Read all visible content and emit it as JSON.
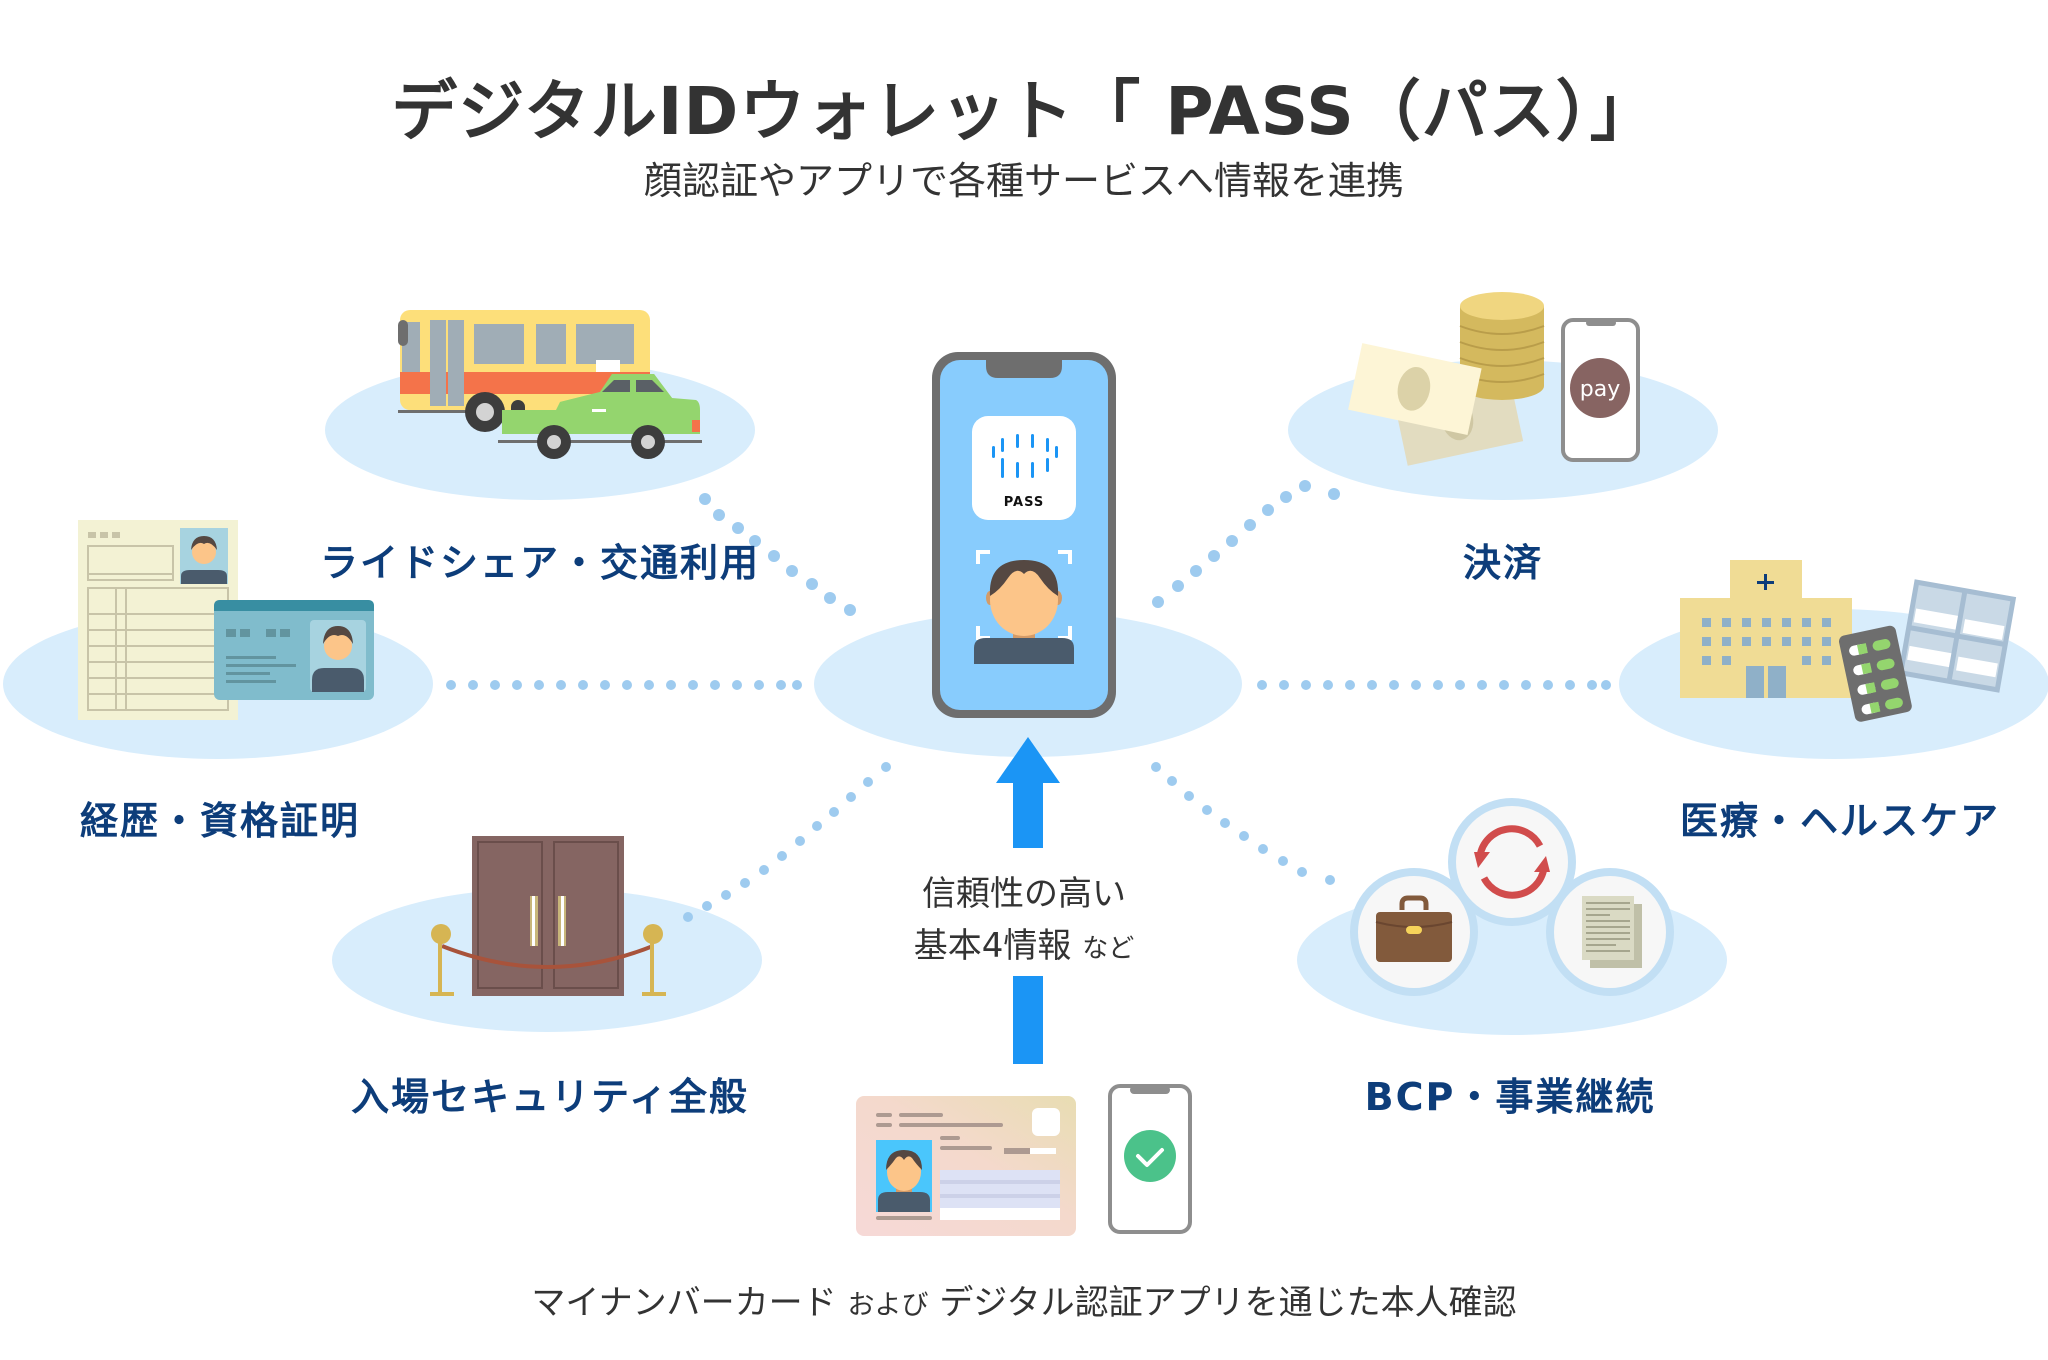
{
  "header": {
    "title": "デジタルIDウォレット「 PASS（パス）」",
    "subtitle": "顔認証やアプリで各種サービスへ情報を連携"
  },
  "center": {
    "app_icon_label": "PASS",
    "info_line1": "信頼性の高い",
    "info_line2_main": "基本4情報",
    "info_line2_suffix": "など"
  },
  "services": [
    {
      "id": "rideshare",
      "label": "ライドシェア・交通利用",
      "icon": "bus-taxi-icon"
    },
    {
      "id": "payment",
      "label": "決済",
      "icon": "money-pay-icon",
      "pay_text": "pay"
    },
    {
      "id": "career",
      "label": "経歴・資格証明",
      "icon": "resume-idcard-icon"
    },
    {
      "id": "healthcare",
      "label": "医療・ヘルスケア",
      "icon": "hospital-medicine-icon"
    },
    {
      "id": "security",
      "label": "入場セキュリティ全般",
      "icon": "door-rope-icon"
    },
    {
      "id": "bcp",
      "label": "BCP・事業継続",
      "icon": "briefcase-sync-docs-icon"
    }
  ],
  "footer": {
    "text_part1": "マイナンバーカード",
    "text_and": "および",
    "text_part2": "デジタル認証アプリを通じた本人確認"
  },
  "colors": {
    "label_blue": "#0d3d7a",
    "ellipse": "#d8edfc",
    "dots": "#9ecbef",
    "arrow": "#1b95f5",
    "phone_screen": "#88ccfd",
    "phone_frame": "#6e6e6e",
    "check_green": "#4bc28a"
  }
}
